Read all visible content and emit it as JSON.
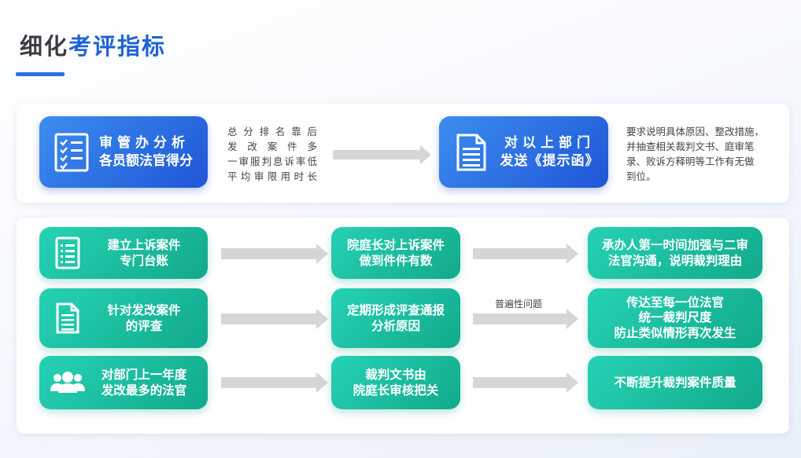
{
  "header": {
    "title_part1": "细化",
    "title_part2": "考评指标"
  },
  "top_row": {
    "left_box": {
      "line1": "审管办分析",
      "line2": "各员额法官得分"
    },
    "criteria": [
      "总分排名靠后",
      "发改案件多",
      "一审服判息诉率低",
      "平均审限用时长"
    ],
    "right_box": {
      "line1": "对以上部门",
      "line2": "发送《提示函》"
    },
    "requirement": [
      "要求说明具体原因、整改措施，",
      "并抽查相关裁判文书、庭审笔",
      "录、败诉方释明等工作有无做",
      "到位。"
    ]
  },
  "rows": [
    {
      "source": {
        "lines": [
          "建立上诉案件",
          "专门台账"
        ],
        "icon": "checklist-icon"
      },
      "action": {
        "lines": [
          "院庭长对上诉案件",
          "做到件件有数"
        ]
      },
      "result": {
        "lines": [
          "承办人第一时间加强与二审",
          "法官沟通，说明裁判理由"
        ]
      }
    },
    {
      "source": {
        "lines": [
          "针对发改案件",
          "的评查"
        ],
        "icon": "document-icon"
      },
      "action": {
        "lines": [
          "定期形成评查通报",
          "分析原因"
        ]
      },
      "arrow_label": "普遍性问题",
      "result": {
        "lines": [
          "传达至每一位法官",
          "统一裁判尺度",
          "防止类似情形再次发生"
        ]
      }
    },
    {
      "source": {
        "lines": [
          "对部门上一年度",
          "发改最多的法官"
        ],
        "icon": "users-icon"
      },
      "action": {
        "lines": [
          "裁判文书由",
          "院庭长审核把关"
        ]
      },
      "result": {
        "lines": [
          "不断提升裁判案件质量"
        ]
      }
    }
  ],
  "colors": {
    "accent_blue": "#1f56d6",
    "accent_green": "#12a98b",
    "arrow_gray": "#d6d6d6"
  }
}
